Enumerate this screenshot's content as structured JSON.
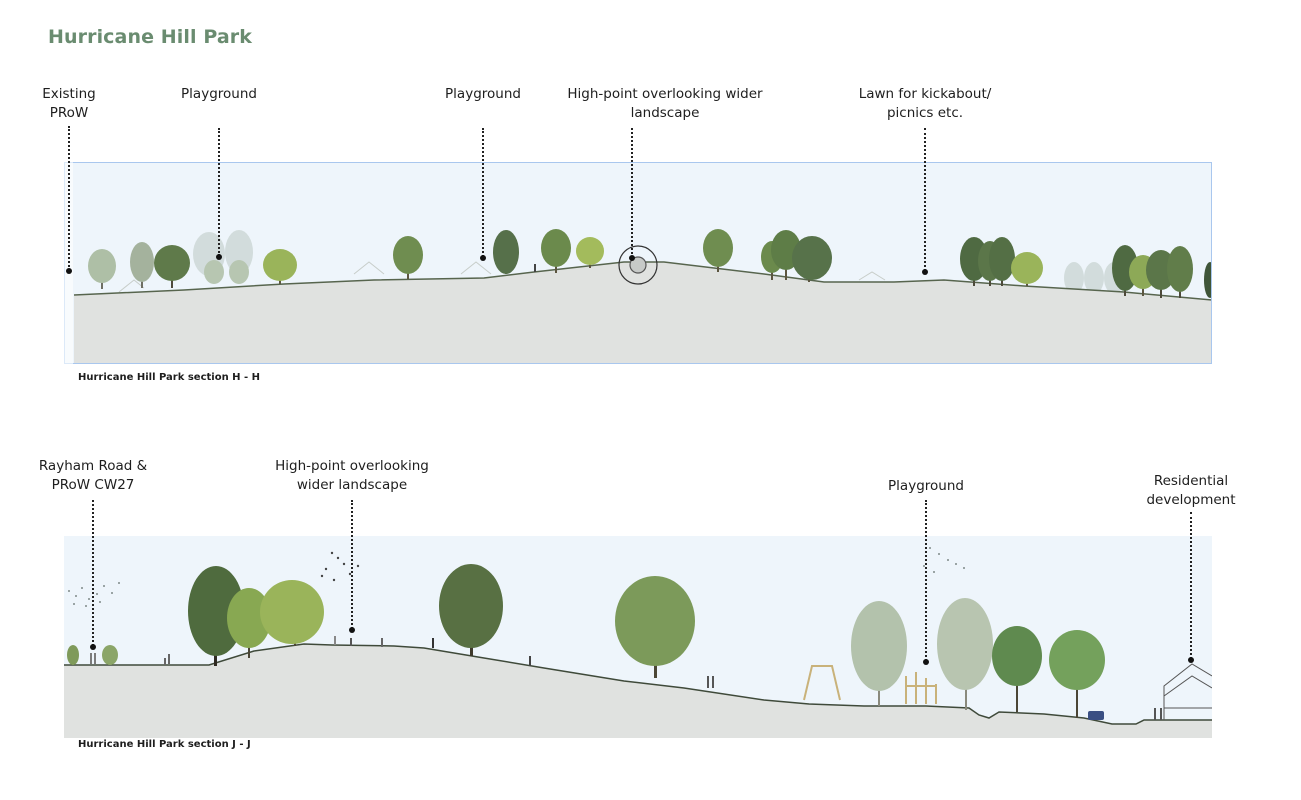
{
  "page_title": "Hurricane Hill Park",
  "colors": {
    "title": "#6a8c70",
    "sky": "#eef5fb",
    "ground": "#e0e2e0",
    "frame": "#a9c7ee",
    "leader": "#222222"
  },
  "sections": [
    {
      "id": "H-H",
      "caption": "Hurricane Hill Park section H - H",
      "annotations": [
        {
          "label": "Existing\nPRoW"
        },
        {
          "label": "Playground"
        },
        {
          "label": "Playground"
        },
        {
          "label": "High-point overlooking wider\nlandscape",
          "marker": "viewpoint-target-icon"
        },
        {
          "label": "Lawn for kickabout/\npicnics etc."
        }
      ]
    },
    {
      "id": "J-J",
      "caption": "Hurricane Hill Park section J - J",
      "annotations": [
        {
          "label": "Rayham Road &\nPRoW CW27"
        },
        {
          "label": "High-point overlooking\nwider landscape"
        },
        {
          "label": "Playground"
        },
        {
          "label": "Residential\ndevelopment"
        }
      ]
    }
  ]
}
